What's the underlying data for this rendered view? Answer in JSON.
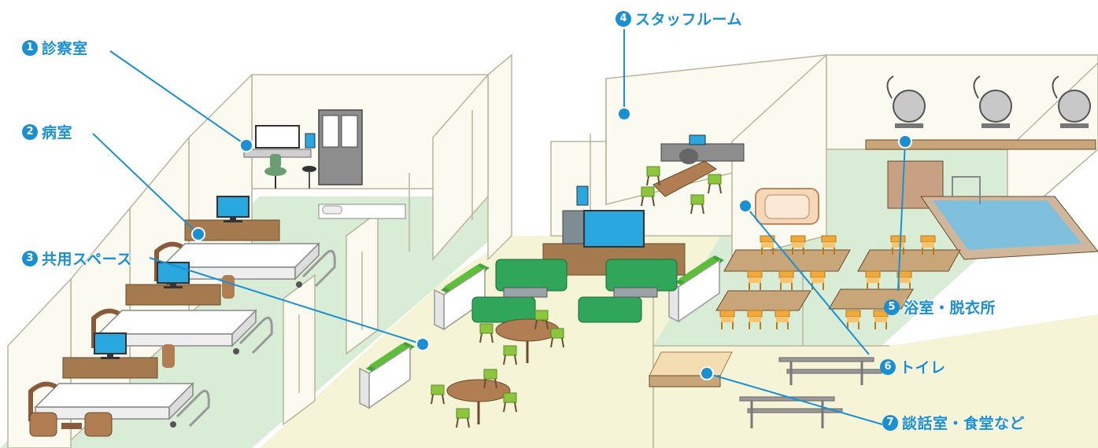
{
  "callouts": [
    {
      "number": "1",
      "label": "診察室"
    },
    {
      "number": "2",
      "label": "病室"
    },
    {
      "number": "3",
      "label": "共用スペース"
    },
    {
      "number": "4",
      "label": "スタッフルーム"
    },
    {
      "number": "5",
      "label": "浴室・脱衣所"
    },
    {
      "number": "6",
      "label": "トイレ"
    },
    {
      "number": "7",
      "label": "談話室・食堂など"
    }
  ],
  "colors": {
    "accent": "#1a90d2",
    "floor_green": "#d9ecd6",
    "floor_cream": "#f5f4d6",
    "wall": "#fbfaf1",
    "wall_line": "#b9b69c",
    "monitor": "#29a8df",
    "sofa": "#2fa65a",
    "chair_orange": "#f2a93b",
    "wood": "#a67a4f",
    "pool": "#7fc0de"
  }
}
